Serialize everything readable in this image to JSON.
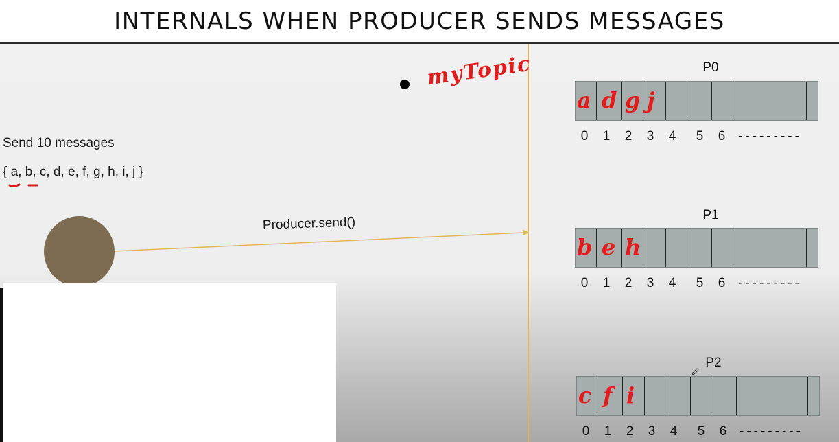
{
  "title": "INTERNALS WHEN PRODUCER SENDS MESSAGES",
  "producer": {
    "send_label": "Send 10 messages",
    "messages_text": "{ a, b, c, d, e, f, g, h, i, j }",
    "call_label": "Producer.send()"
  },
  "topic_annotation": "myTopic",
  "partitions": [
    {
      "name": "P0",
      "letters": [
        "a",
        "d",
        "g",
        "j"
      ]
    },
    {
      "name": "P1",
      "letters": [
        "b",
        "e",
        "h"
      ]
    },
    {
      "name": "P2",
      "letters": [
        "c",
        "f",
        "i"
      ]
    }
  ],
  "offsets": [
    "0",
    "1",
    "2",
    "3",
    "4",
    "5",
    "6"
  ],
  "offsets_trail": "---------",
  "colors": {
    "annotation_red": "#e31b1b",
    "divider_orange": "#e2b55a",
    "producer_circle": "#7d6b52",
    "partition_fill": "#a6adad"
  },
  "icons": [
    "pencil-cursor-icon"
  ]
}
